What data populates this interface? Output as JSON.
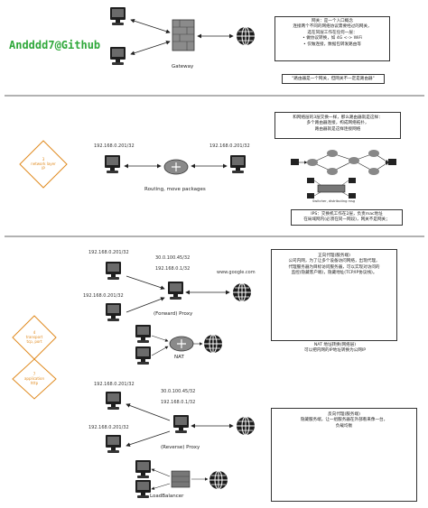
{
  "brand": "Andddd7@Github",
  "section1": {
    "gateway_label": "Gateway",
    "note_lines": [
      "网关：是一个入口概念",
      "连接两个不同的网络协议需要经过的网关，",
      "选在同层工作在任何一层：",
      "• 做协议转换，如 4G <-> WiFi",
      "• 仅做连接，数据包转发路由等"
    ],
    "note2": "\"路由器是一个网关，但网关不一定是路由器\""
  },
  "section2": {
    "layer_label": [
      "3",
      "network layer",
      "IP"
    ],
    "ip_left": "192.168.0.201/32",
    "ip_right": "192.168.0.201/32",
    "caption": "Routing, move packages",
    "note_lines": [
      "和网络层的3层交换一样，那么路由器就是这样：",
      "多个路由器连接，构成网络拓扑，",
      "路由器就是这样连接网络"
    ],
    "switch_caption": "Switcher, distributing msg",
    "note2_lines": [
      "IPS：交换机工作在2层，负责mac地址",
      "在局域网内(必须在同一网段)，网关不是网关；"
    ]
  },
  "section3": {
    "layer_label_transport": [
      "4",
      "transport",
      "tcp, port"
    ],
    "layer_label_app": [
      "7",
      "application",
      "http"
    ],
    "ip_top_left": "192.168.0.201/32",
    "ip_mid_left": "192.168.0.201/32",
    "ip_public": "30.0.100.45/32",
    "ip_proxy": "192.168.0.1/32",
    "domain": "www.google.com",
    "forward_caption": "(Forward) Proxy",
    "nat_caption": "NAT",
    "note_lines": [
      "正向代理(服务端)",
      "公司内网，为了让多个设备访问网络，出现代理，",
      "代理服务器为目标访问服务器，可以实现对访问的",
      "监控(隐藏客户端)，隐藏地址(TCP/IP协议栈)。"
    ],
    "note2_lines": [
      "NAT 地址转换(网络层)",
      "可以把内网的IP地址转换为公网IP"
    ],
    "reverse_ip_top": "192.168.0.201/32",
    "reverse_ip_mid": "192.168.0.201/32",
    "reverse_ip_public": "30.0.100.45/32",
    "reverse_ip_proxy": "192.168.0.1/32",
    "reverse_caption": "(Reverse) Proxy",
    "lb_caption": "LoadBalancer",
    "reverse_note_lines": [
      "反向代理(服务端)",
      "隐藏服务端，让一组服务器在外部看来像一台，",
      "负载均衡"
    ]
  }
}
